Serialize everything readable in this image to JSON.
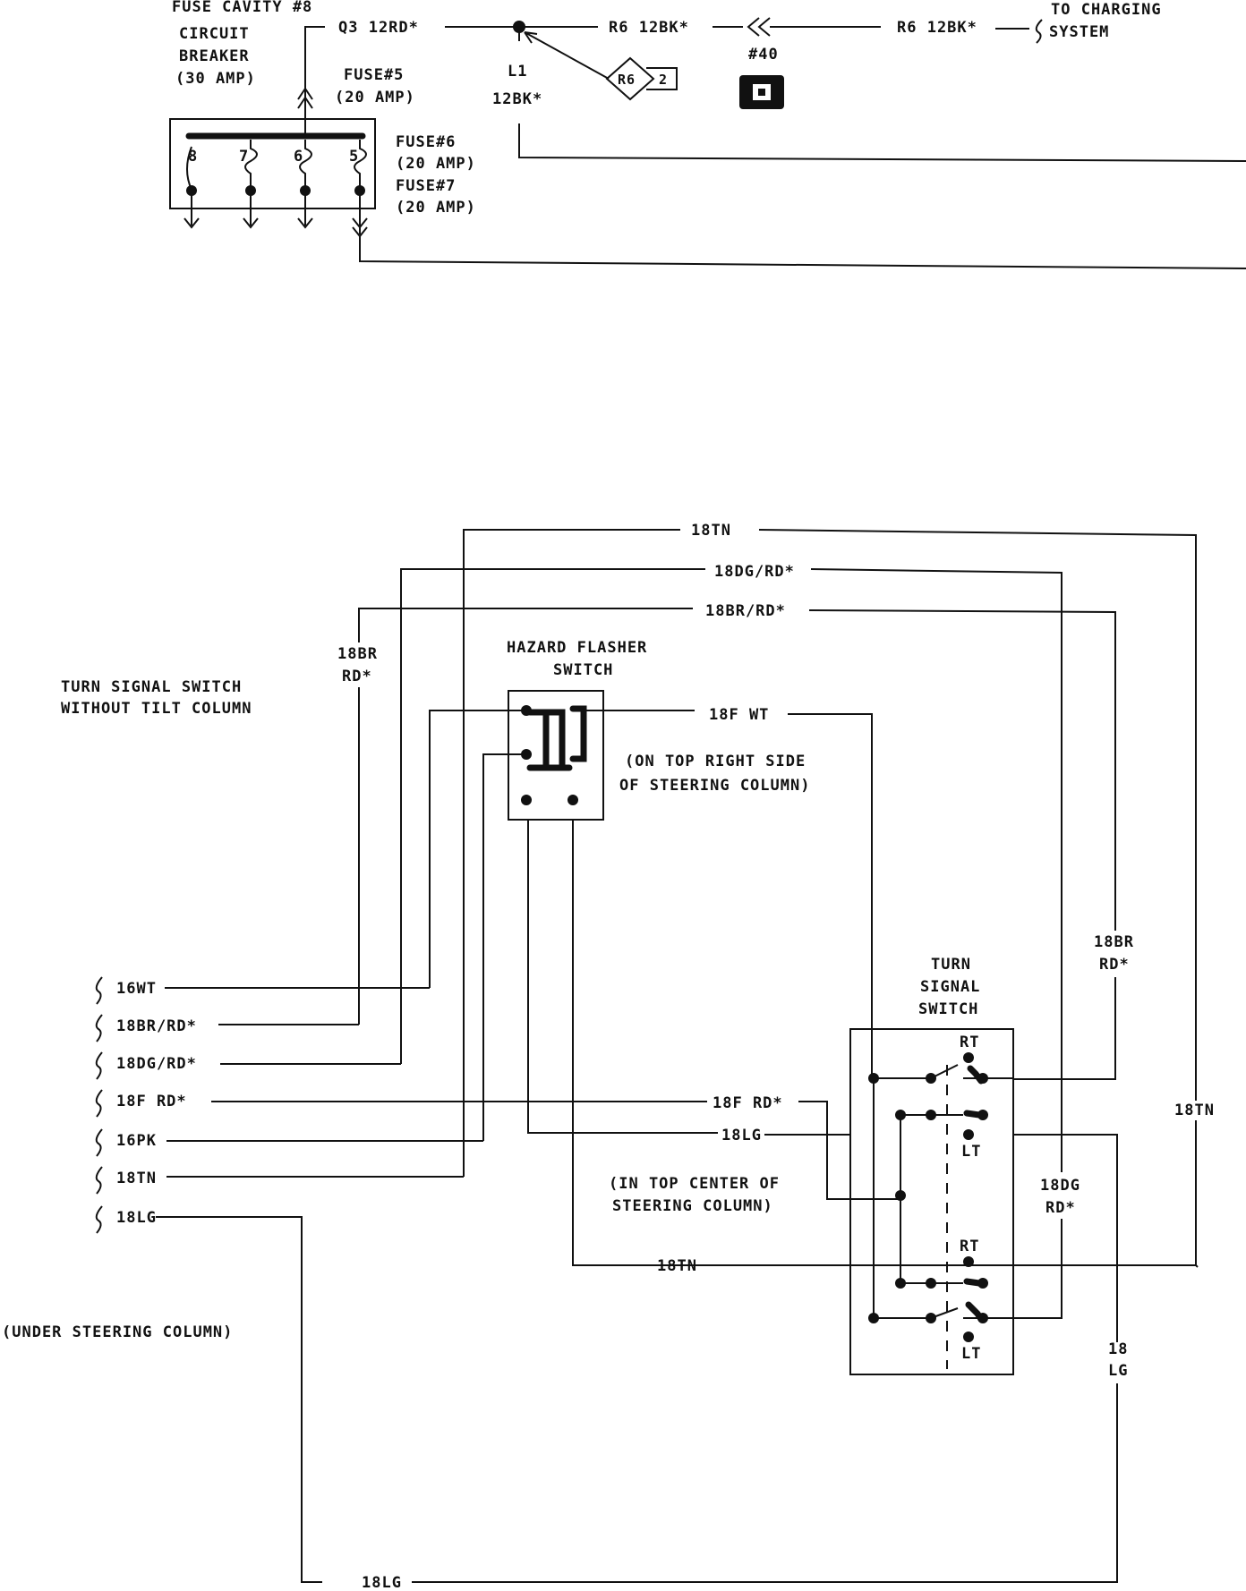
{
  "top": {
    "fuse_cavity": "FUSE CAVITY #8",
    "breaker_line1": "CIRCUIT",
    "breaker_line2": "BREAKER",
    "breaker_line3": "(30 AMP)",
    "fuse5_line1": "FUSE#5",
    "fuse5_line2": "(20 AMP)",
    "fuse6_line1": "FUSE#6",
    "fuse6_line2": "(20 AMP)",
    "fuse7_line1": "FUSE#7",
    "fuse7_line2": "(20 AMP)",
    "fuse_numbers": [
      "8",
      "7",
      "6",
      "5"
    ],
    "wire_q3": "Q3 12RD*",
    "wire_r6_left": "R6 12BK*",
    "wire_r6_right": "R6 12BK*",
    "l1_line1": "L1",
    "l1_line2": "12BK*",
    "splice_label": "R6",
    "splice_count": "2",
    "connector_label": "#40",
    "charging_line1": "TO CHARGING",
    "charging_line2": "SYSTEM"
  },
  "bottom": {
    "title_line1": "TURN SIGNAL SWITCH",
    "title_line2": "WITHOUT TILT COLUMN",
    "hazard_line1": "HAZARD FLASHER",
    "hazard_line2": "SWITCH",
    "hazard_loc_line1": "(ON TOP RIGHT SIDE",
    "hazard_loc_line2": "OF STEERING COLUMN)",
    "turn_line1": "TURN",
    "turn_line2": "SIGNAL",
    "turn_line3": "SWITCH",
    "turn_loc_line1": "(IN TOP CENTER OF",
    "turn_loc_line2": "STEERING COLUMN)",
    "under_column": "(UNDER STEERING COLUMN)",
    "rt": "RT",
    "lt": "LT",
    "wire_top_tn": "18TN",
    "wire_top_dg": "18DG/RD*",
    "wire_top_br": "18BR/RD*",
    "br_left_line1": "18BR",
    "br_left_line2": "RD*",
    "wire_fwt": "18F WT",
    "br_right_line1": "18BR",
    "br_right_line2": "RD*",
    "tn_right": "18TN",
    "dg_right_line1": "18DG",
    "dg_right_line2": "RD*",
    "lg_right_line1": "18",
    "lg_right_line2": "LG",
    "wire_frd_mid": "18F RD*",
    "wire_lg_mid": "18LG",
    "wire_tn_mid": "18TN",
    "wire_lg_bottom": "18LG",
    "connector_pins": [
      "16WT",
      "18BR/RD*",
      "18DG/RD*",
      "18F RD*",
      "16PK",
      "18TN",
      "18LG"
    ]
  }
}
